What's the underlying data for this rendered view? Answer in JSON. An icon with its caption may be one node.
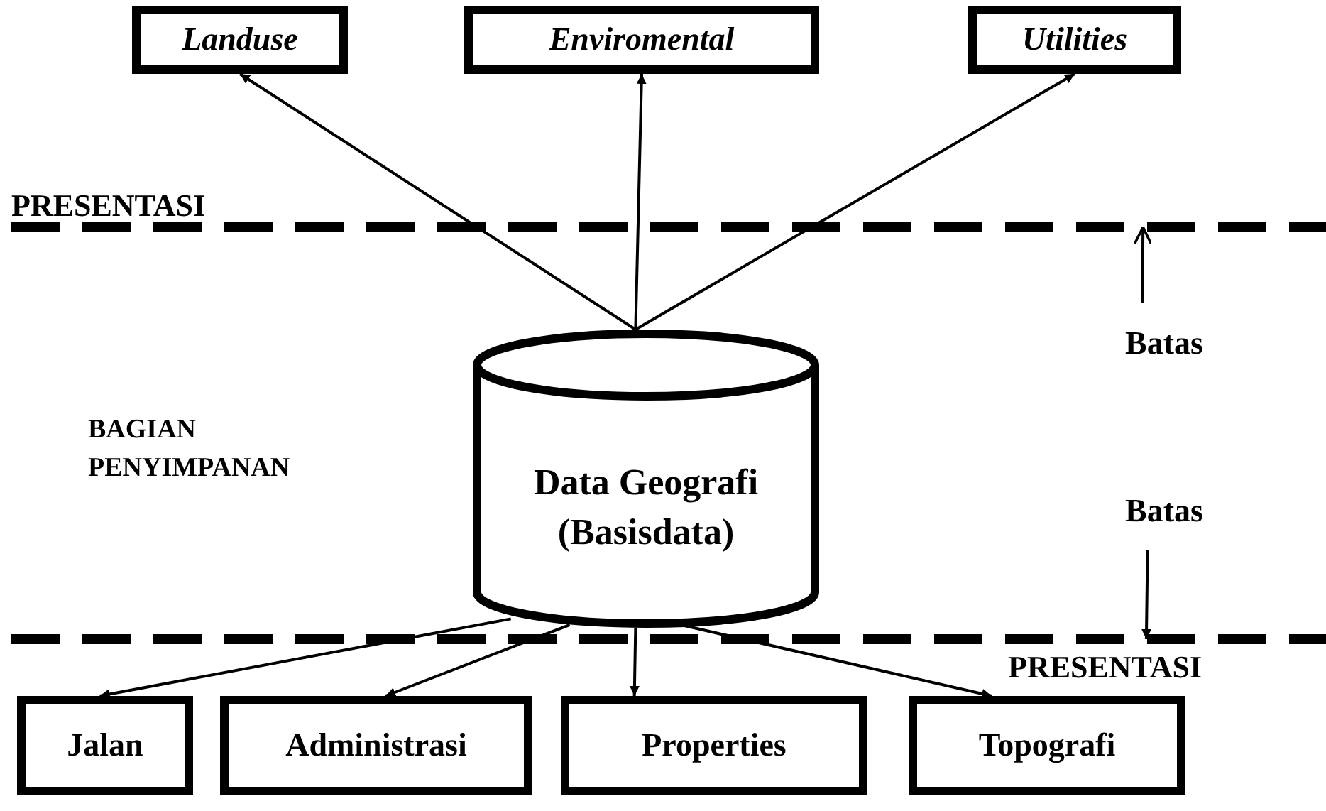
{
  "diagram": {
    "nodes": [
      {
        "text": [
          "Landuse"
        ]
      },
      {
        "text": [
          "Enviromental"
        ]
      },
      {
        "text": [
          "Utilities"
        ]
      },
      {
        "text": [
          "Data Geografi (Basisdata)"
        ]
      },
      {
        "text": [
          "Jalan"
        ]
      },
      {
        "text": [
          "Administrasi"
        ]
      },
      {
        "text": [
          "Properties"
        ]
      },
      {
        "text": [
          "Topografi"
        ]
      },
      {
        "text": [
          "Batas"
        ]
      },
      {
        "text": [
          "Batas"
        ]
      },
      {
        "text": [],
        "shape": "line"
      },
      {
        "text": [],
        "shape": "line"
      }
    ],
    "edges": [
      {
        "from": 3,
        "to": 0,
        "arrow": "to"
      },
      {
        "from": 3,
        "to": 1,
        "arrow": "to"
      },
      {
        "from": 3,
        "to": 2,
        "arrow": "to"
      },
      {
        "from": 3,
        "to": 4,
        "arrow": "to"
      },
      {
        "from": 3,
        "to": 5,
        "arrow": "to"
      },
      {
        "from": 3,
        "to": 6,
        "arrow": "to"
      },
      {
        "from": 3,
        "to": 7,
        "arrow": "to"
      },
      {
        "from": 8,
        "to": 10,
        "arrow": "to"
      },
      {
        "from": 9,
        "to": 11,
        "arrow": "to"
      }
    ],
    "labels": [
      "PRESENTASI",
      "BAGIAN PENYIMPANAN",
      "PRESENTASI"
    ]
  }
}
